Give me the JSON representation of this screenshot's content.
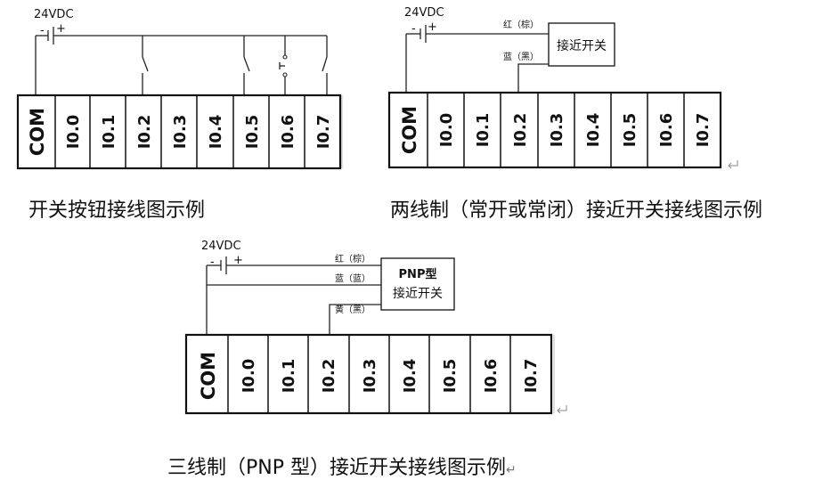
{
  "diagrams": [
    {
      "id": "switch",
      "supply": {
        "label": "24VDC",
        "minus": "-",
        "plus": "+"
      },
      "terminals": [
        "COM",
        "I0.0",
        "I0.1",
        "I0.2",
        "I0.3",
        "I0.4",
        "I0.5",
        "I0.6",
        "I0.7"
      ],
      "caption": "开关按钮接线图示例"
    },
    {
      "id": "two-wire",
      "supply": {
        "label": "24VDC",
        "minus": "-",
        "plus": "+"
      },
      "sensor_label": "接近开关",
      "wire_red": "红（棕）",
      "wire_blue": "蓝（黑）",
      "terminals": [
        "COM",
        "I0.0",
        "I0.1",
        "I0.2",
        "I0.3",
        "I0.4",
        "I0.5",
        "I0.6",
        "I0.7"
      ],
      "caption": "两线制（常开或常闭）接近开关接线图示例"
    },
    {
      "id": "three-wire",
      "supply": {
        "label": "24VDC",
        "minus": "-",
        "plus": "+"
      },
      "sensor_label_top": "PNP型",
      "sensor_label_bottom": "接近开关",
      "wire_red": "红（棕）",
      "wire_blue": "蓝（蓝）",
      "wire_yellow": "黄（黑）",
      "terminals": [
        "COM",
        "I0.0",
        "I0.1",
        "I0.2",
        "I0.3",
        "I0.4",
        "I0.5",
        "I0.6",
        "I0.7"
      ],
      "caption": "三线制（PNP 型）接近开关接线图示例"
    }
  ],
  "return_mark": "↵"
}
